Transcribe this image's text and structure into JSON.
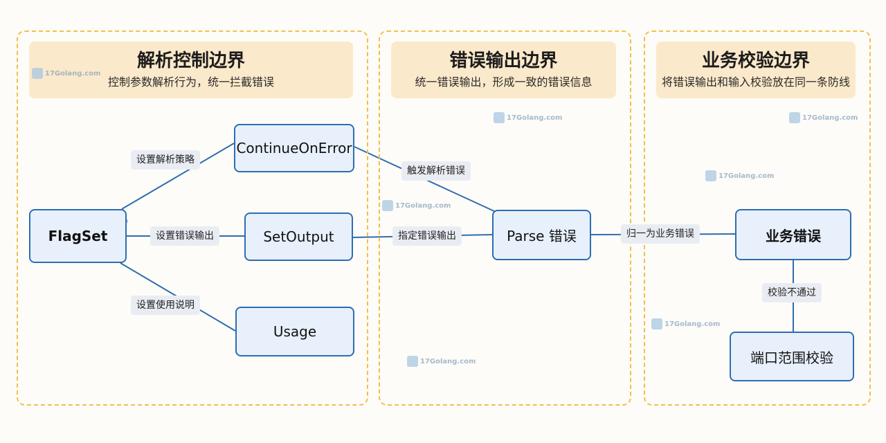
{
  "panels": [
    {
      "title": "解析控制边界",
      "subtitle": "控制参数解析行为，统一拦截错误"
    },
    {
      "title": "错误输出边界",
      "subtitle": "统一错误输出，形成一致的错误信息"
    },
    {
      "title": "业务校验边界",
      "subtitle": "将错误输出和输入校验放在同一条防线"
    }
  ],
  "nodes": {
    "flagset": "FlagSet",
    "continue_on_error": "ContinueOnError",
    "set_output": "SetOutput",
    "usage": "Usage",
    "parse_error": "Parse 错误",
    "business_error": "业务错误",
    "port_range_check": "端口范围校验"
  },
  "edge_labels": {
    "set_parse_strategy": "设置解析策略",
    "set_error_output": "设置错误输出",
    "set_usage": "设置使用说明",
    "trigger_parse_error": "触发解析错误",
    "specify_error_output": "指定错误输出",
    "unify_business_error": "归一为业务错误",
    "validation_failed": "校验不通过"
  },
  "watermark": "17Golang.com",
  "colors": {
    "panel_border": "#f0c04a",
    "panel_header": "#fbe9cb",
    "node_fill": "#e7f0fb",
    "node_border": "#2e6db0",
    "edge": "#2e6db0"
  }
}
